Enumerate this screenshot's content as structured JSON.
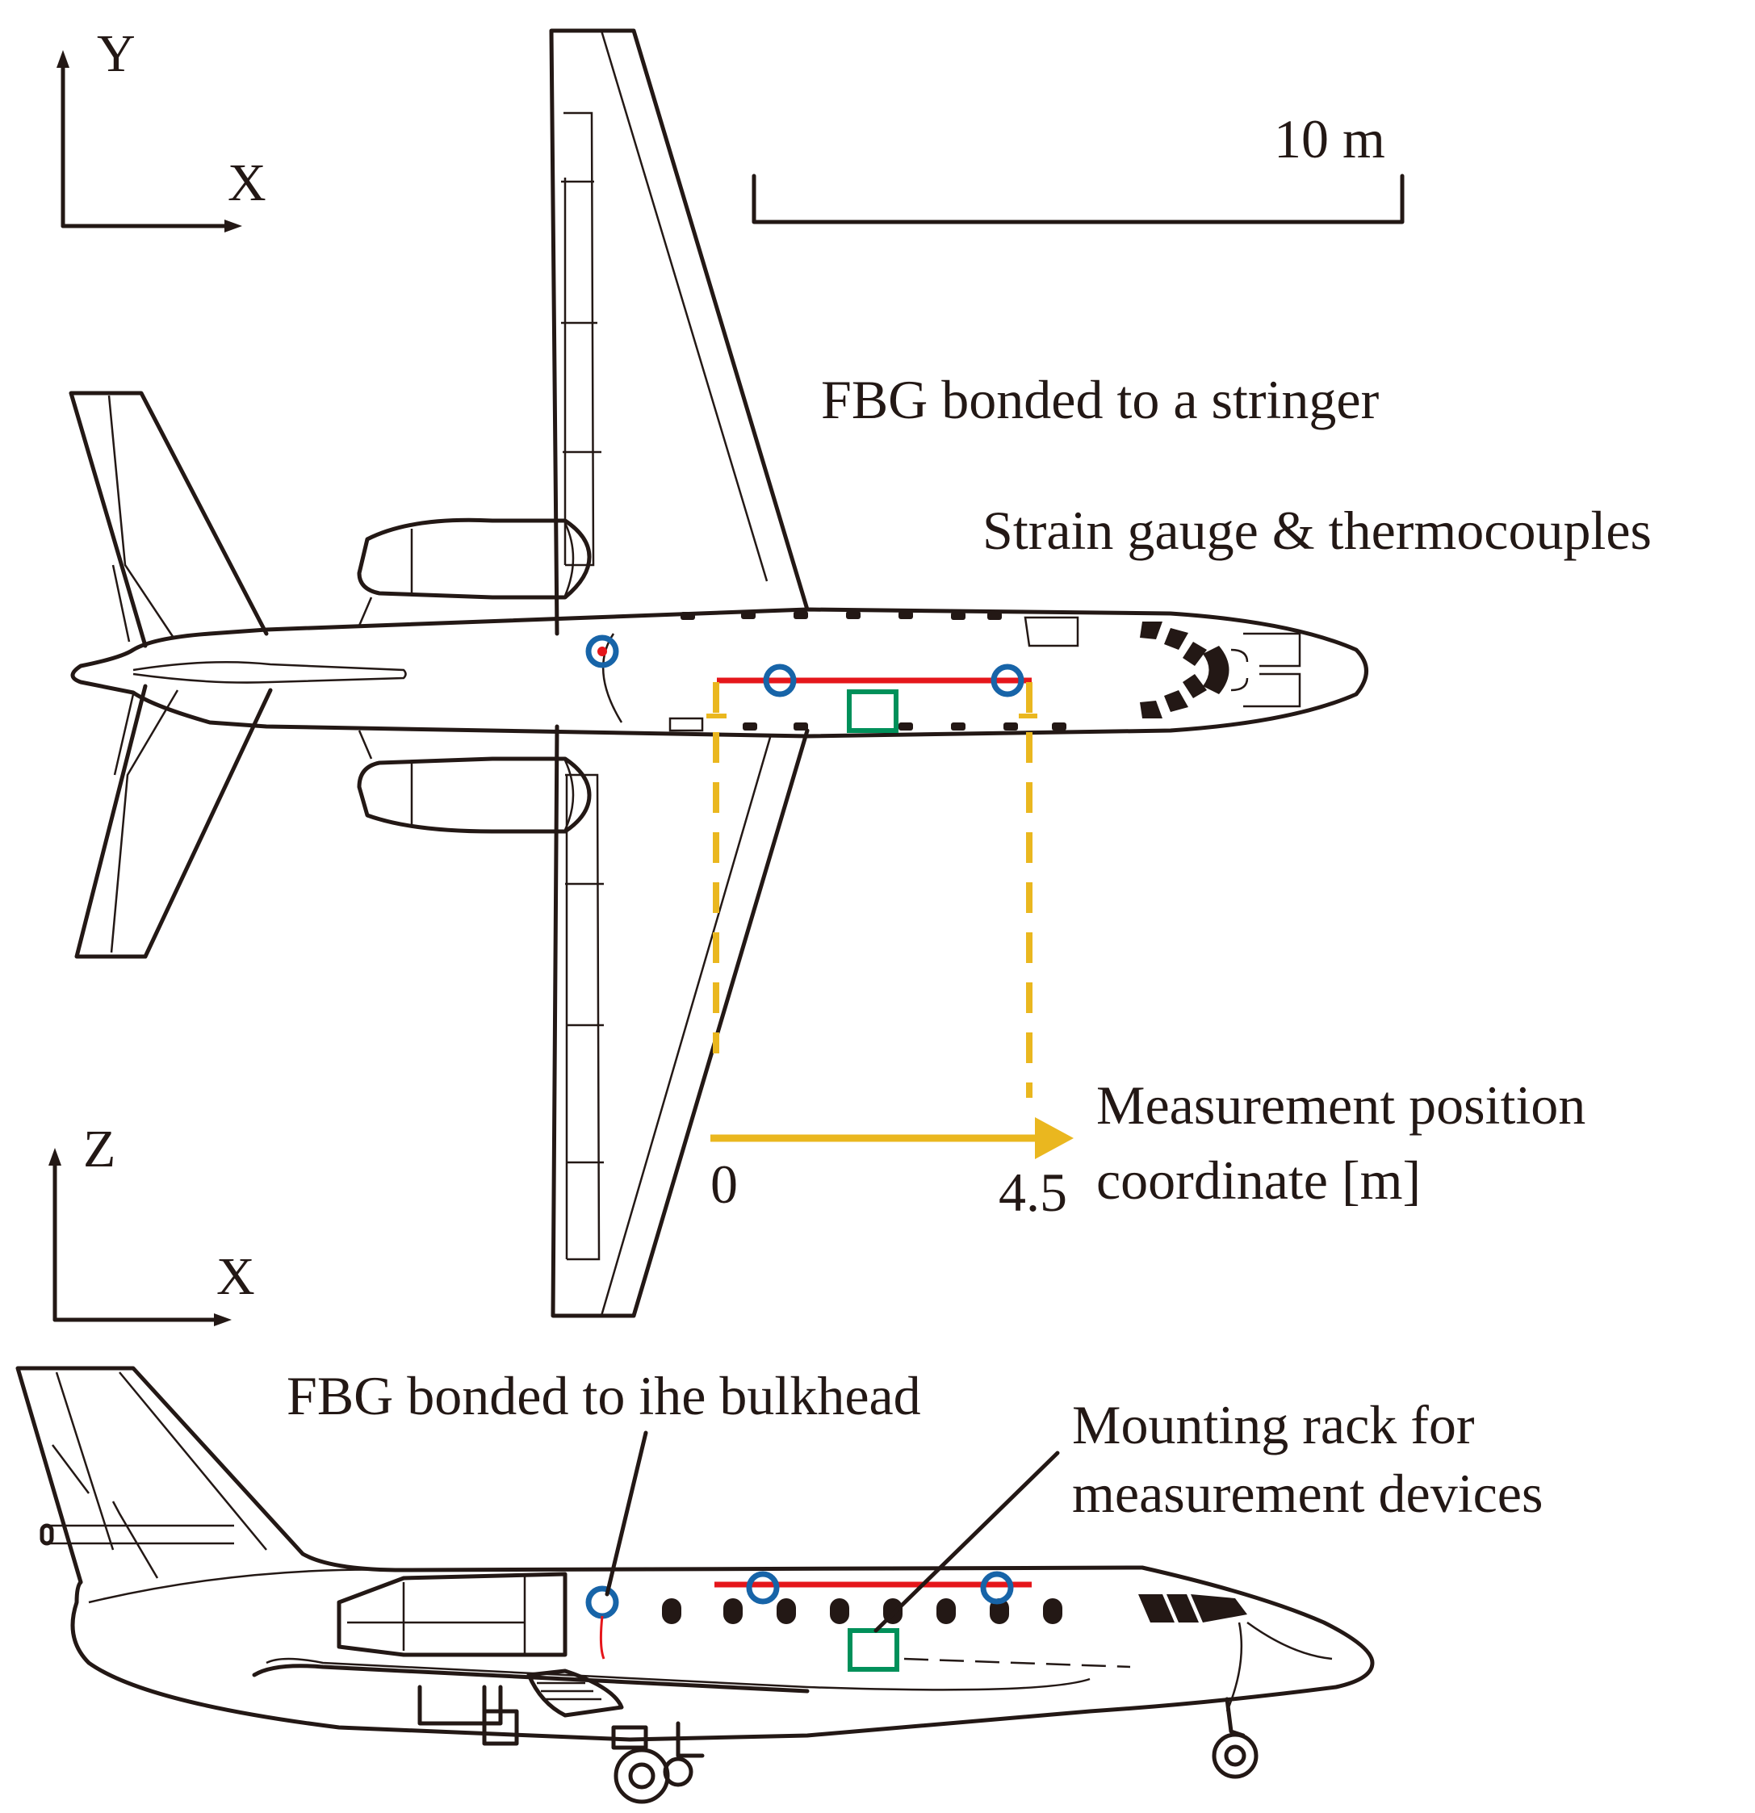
{
  "axes_top": {
    "vertical": "Y",
    "horizontal": "X"
  },
  "axes_bottom": {
    "vertical": "Z",
    "horizontal": "X"
  },
  "scale_bar": {
    "label": "10 m"
  },
  "labels": {
    "fbg_stringer": "FBG bonded to a stringer",
    "strain_gauge": "Strain gauge & thermocouples",
    "measurement_line1": "Measurement position",
    "measurement_line2": "coordinate [m]",
    "coord_start": "0",
    "coord_end": "4.5",
    "fbg_bulkhead": "FBG bonded to ihe bulkhead",
    "rack_line1": "Mounting rack  for",
    "rack_line2": "measurement devices"
  },
  "colors": {
    "ink": "#231815",
    "fbg_line": "#e5161b",
    "sensor_circle": "#1764a8",
    "rack_box": "#00905a",
    "coordinate_axis": "#eab71f"
  }
}
